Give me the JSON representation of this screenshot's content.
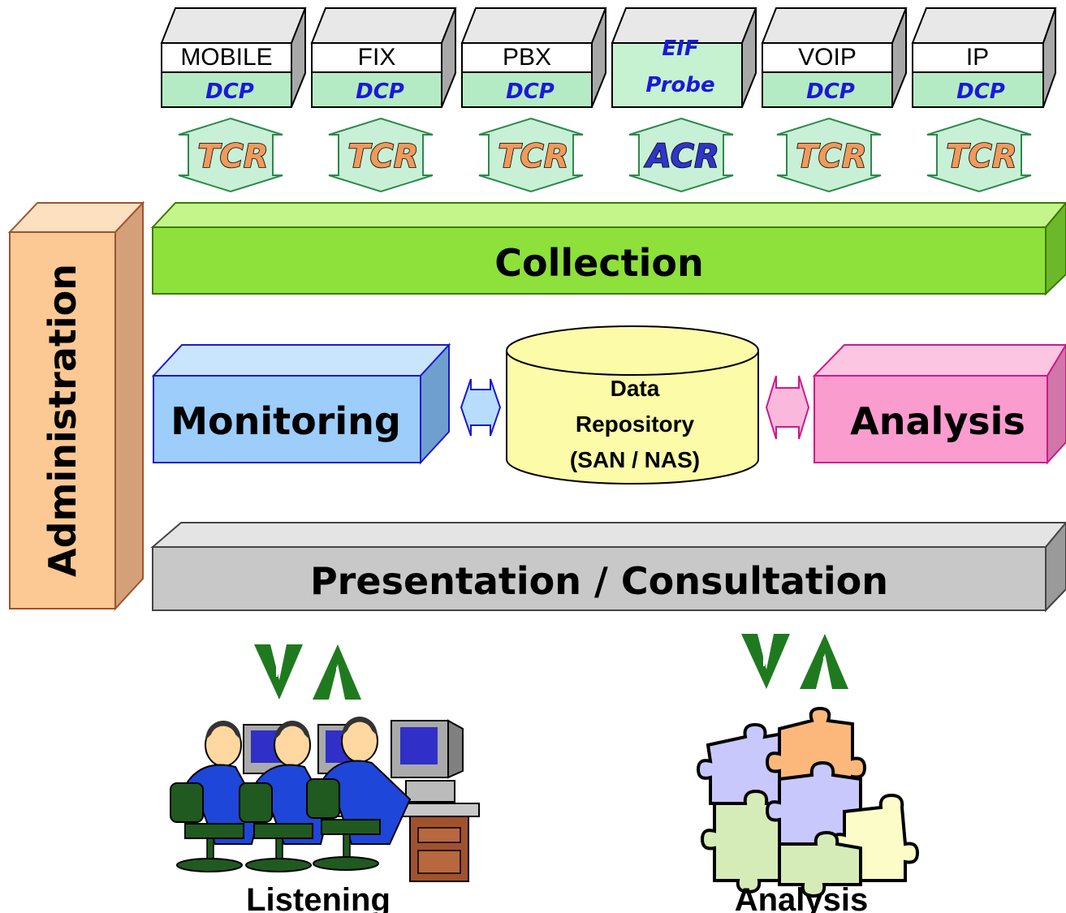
{
  "sources": [
    {
      "title": "MOBILE",
      "protocol": "DCP"
    },
    {
      "title": "FIX",
      "protocol": "DCP"
    },
    {
      "title": "PBX",
      "protocol": "DCP"
    },
    {
      "title": "EIF",
      "protocol": "Probe"
    },
    {
      "title": "VOIP",
      "protocol": "DCP"
    },
    {
      "title": "IP",
      "protocol": "DCP"
    }
  ],
  "exchange_labels": [
    "TCR",
    "TCR",
    "TCR",
    "ACR",
    "TCR",
    "TCR"
  ],
  "layers": {
    "administration": "Administration",
    "collection": "Collection",
    "monitoring": "Monitoring",
    "analysis": "Analysis",
    "presentation": "Presentation / Consultation"
  },
  "repository": {
    "line1": "Data",
    "line2": "Repository",
    "line3": "(SAN / NAS)"
  },
  "outputs": {
    "listening": "Listening",
    "analysis": "Analysis"
  },
  "colors": {
    "source_box": "#ffffff",
    "protocol_box": "#b5ebc4",
    "eif_box": "#c6f2d2",
    "exchange_arrow": "#c8f0d6",
    "collection": "#8ee03a",
    "monitoring": "#9ccdfb",
    "repository": "#fbfba8",
    "analysis": "#fb9ccf",
    "presentation": "#c8c8c8",
    "administration": "#fcc894",
    "flow_arrow": "#1f7a1f",
    "tcr_text": "#f09a5c",
    "acr_text": "#2f36c8"
  }
}
